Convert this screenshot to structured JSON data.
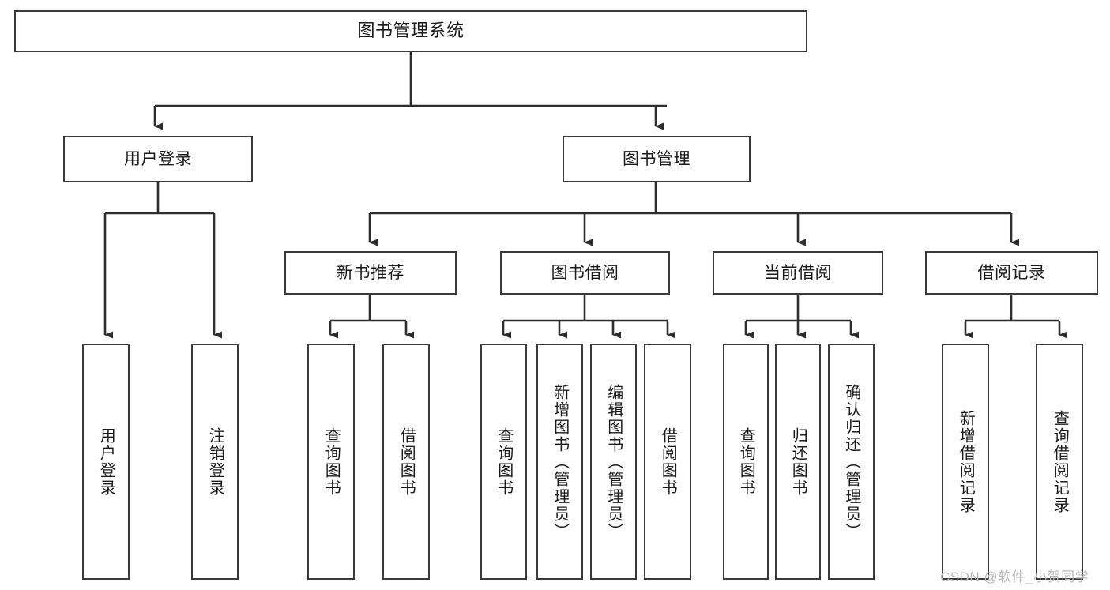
{
  "diagram": {
    "title": "图书管理系统",
    "type": "tree-hierarchy-diagram",
    "orientation": "top-down",
    "colors": {
      "box_border": "#3a3a3a",
      "box_fill": "#ffffff",
      "connector": "#2e2e2e",
      "text": "#1a1a1a",
      "watermark": "#b9b9b9",
      "background": "#ffffff"
    }
  },
  "nodes": {
    "root": {
      "label": "图书管理系统",
      "orientation": "horizontal"
    },
    "level2": [
      {
        "label": "用户登录",
        "orientation": "horizontal"
      },
      {
        "label": "图书管理",
        "orientation": "horizontal"
      }
    ],
    "level3": [
      {
        "label": "新书推荐",
        "orientation": "horizontal"
      },
      {
        "label": "图书借阅",
        "orientation": "horizontal"
      },
      {
        "label": "当前借阅",
        "orientation": "horizontal"
      },
      {
        "label": "借阅记录",
        "orientation": "horizontal"
      }
    ],
    "leaves": {
      "user_login": [
        {
          "label": "用户登录",
          "orientation": "vertical"
        },
        {
          "label": "注销登录",
          "orientation": "vertical"
        }
      ],
      "new_book_recommend": [
        {
          "label": "查询图书",
          "orientation": "vertical"
        },
        {
          "label": "借阅图书",
          "orientation": "vertical"
        }
      ],
      "book_borrow": [
        {
          "label": "查询图书",
          "orientation": "vertical"
        },
        {
          "label": "新增图书（管理员）",
          "orientation": "vertical"
        },
        {
          "label": "编辑图书（管理员）",
          "orientation": "vertical"
        },
        {
          "label": "借阅图书",
          "orientation": "vertical"
        }
      ],
      "current_borrow": [
        {
          "label": "查询图书",
          "orientation": "vertical"
        },
        {
          "label": "归还图书",
          "orientation": "vertical"
        },
        {
          "label": "确认归还（管理员）",
          "orientation": "vertical"
        }
      ],
      "borrow_record": [
        {
          "label": "新增借阅记录",
          "orientation": "vertical"
        },
        {
          "label": "查询借阅记录",
          "orientation": "vertical"
        }
      ]
    }
  },
  "watermark": {
    "text": "CSDN @软件_小贺同学"
  }
}
